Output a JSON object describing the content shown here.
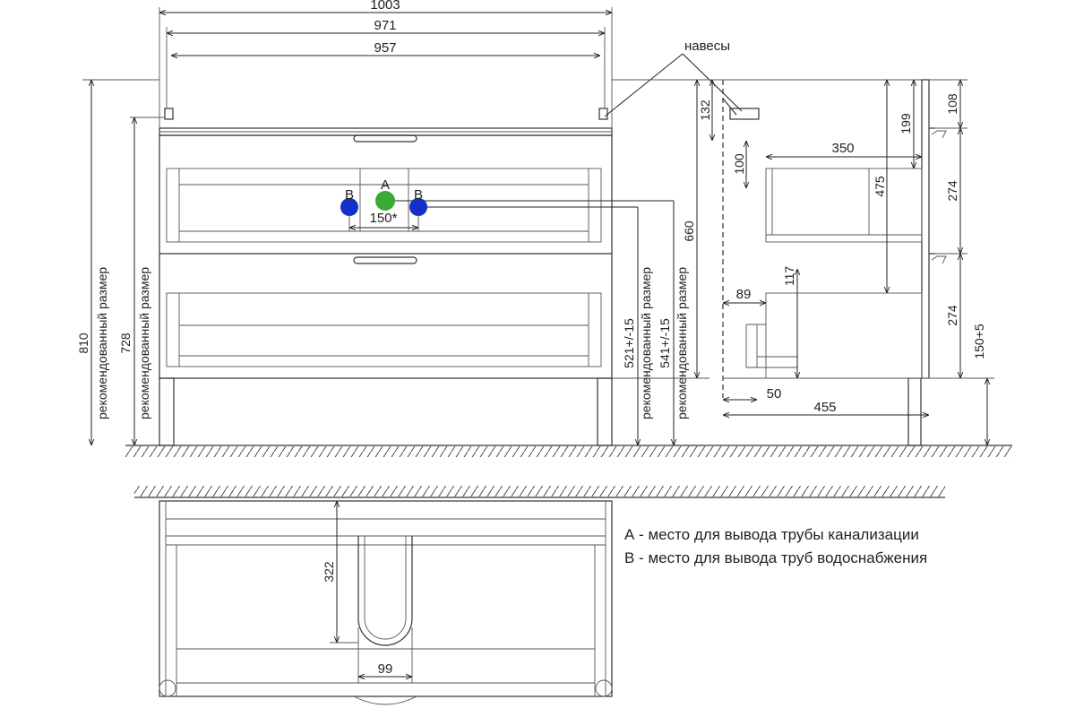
{
  "drawing": {
    "dims_top": {
      "overall": "1003",
      "inner": "971",
      "hinge_span": "957"
    },
    "hinges_label": "навесы",
    "markers": {
      "a": "A",
      "b_left": "B",
      "b_right": "B",
      "spacing": "150*"
    },
    "marker_colors": {
      "a": "#3aaa35",
      "b": "#1530c8"
    },
    "front_left": {
      "h810": "810",
      "h728": "728",
      "recommended_1": "рекомендованный размер",
      "recommended_2": "рекомендованный размер"
    },
    "front_right": {
      "h660": "660",
      "h521": "521+/-15",
      "h541": "541+/-15",
      "recommended_3": "рекомендованный размер",
      "recommended_4": "рекомендованный размер"
    },
    "side": {
      "d132": "132",
      "d100": "100",
      "d350": "350",
      "d475": "475",
      "d199": "199",
      "d108": "108",
      "d274a": "274",
      "d274b": "274",
      "d117": "117",
      "d89": "89",
      "d150": "150+5",
      "d50": "50",
      "d455": "455"
    },
    "plan": {
      "d322": "322",
      "d99": "99"
    },
    "legend": {
      "a": "А - место для вывода трубы канализации",
      "b": "В - место для вывода труб водоснабжения"
    }
  }
}
